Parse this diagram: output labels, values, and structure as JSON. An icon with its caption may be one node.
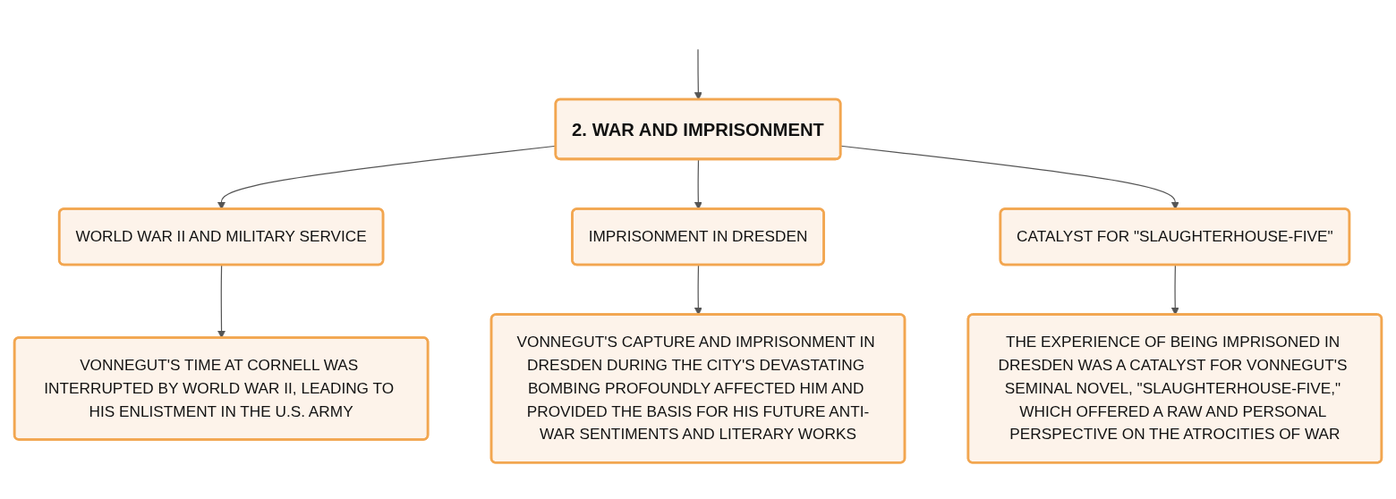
{
  "diagram": {
    "nodes": [
      {
        "text": [
          "2. WAR AND IMPRISONMENT"
        ]
      },
      {
        "text": [
          "WORLD WAR II AND MILITARY SERVICE"
        ]
      },
      {
        "text": [
          "IMPRISONMENT IN DRESDEN"
        ]
      },
      {
        "text": [
          "CATALYST FOR \"SLAUGHTERHOUSE-FIVE\""
        ]
      },
      {
        "text": [
          "VONNEGUT'S TIME AT CORNELL WAS INTERRUPTED BY WORLD WAR II, LEADING TO HIS ENLISTMENT IN THE U.S. ARMY"
        ]
      },
      {
        "text": [
          "VONNEGUT'S CAPTURE AND IMPRISONMENT IN DRESDEN DURING THE CITY'S DEVASTATING BOMBING PROFOUNDLY AFFECTED HIM AND PROVIDED THE BASIS FOR HIS FUTURE ANTI-WAR SENTIMENTS AND LITERARY WORKS"
        ]
      },
      {
        "text": [
          "THE EXPERIENCE OF BEING IMPRISONED IN DRESDEN WAS A CATALYST FOR VONNEGUT'S SEMINAL NOVEL, \"SLAUGHTERHOUSE-FIVE,\" WHICH OFFERED A RAW AND PERSONAL PERSPECTIVE ON THE ATROCITIES OF WAR"
        ]
      }
    ],
    "edges": [
      {
        "from": null,
        "to": 0,
        "arrow": "to"
      },
      {
        "from": 0,
        "to": 1,
        "arrow": "to"
      },
      {
        "from": 0,
        "to": 2,
        "arrow": "to"
      },
      {
        "from": 0,
        "to": 3,
        "arrow": "to"
      },
      {
        "from": 1,
        "to": 4,
        "arrow": "to"
      },
      {
        "from": 2,
        "to": 5,
        "arrow": "to"
      },
      {
        "from": 3,
        "to": 6,
        "arrow": "to"
      }
    ]
  }
}
